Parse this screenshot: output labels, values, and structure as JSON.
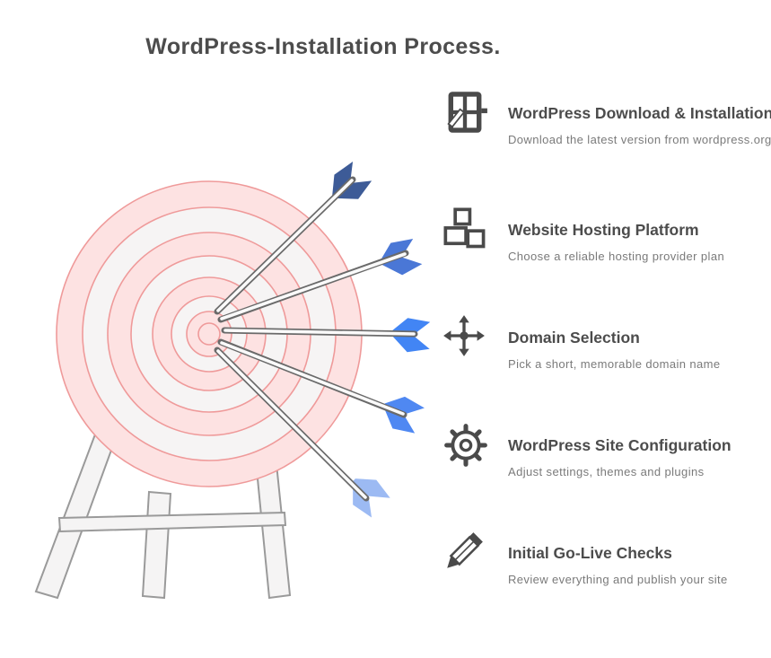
{
  "title": "WordPress-Installation Process.",
  "steps": [
    {
      "icon": "layout-pencil-icon",
      "title": "WordPress Download & Installation",
      "subtitle": "Download the latest version from wordpress.org"
    },
    {
      "icon": "blocks-icon",
      "title": "Website Hosting Platform",
      "subtitle": "Choose a reliable hosting provider plan"
    },
    {
      "icon": "move-arrows-icon",
      "title": "Domain Selection",
      "subtitle": "Pick a short, memorable domain name"
    },
    {
      "icon": "gear-icon",
      "title": "WordPress Site Configuration",
      "subtitle": "Adjust settings, themes and plugins"
    },
    {
      "icon": "pencil-icon",
      "title": "Initial Go-Live Checks",
      "subtitle": "Review everything and publish your site"
    }
  ],
  "illustration": {
    "name": "archery-target-with-five-arrows-on-easel",
    "arrow_count": 5
  },
  "css_vars": {
    "--ink": "#4c4c4c",
    "--muted": "#7a7a7a",
    "--icon": "#4a4a4a",
    "--ring-pink": "#fde2e2",
    "--ring-white": "#f6f4f4",
    "--ring-stroke": "#ef9a9a",
    "--stand-fill": "#f5f4f4",
    "--stand-stroke": "#9a9a9a",
    "--shaft-fill": "#fafafa",
    "--shaft-stroke": "#6a6a6a",
    "--fletch-1": "#3d5b97",
    "--fletch-2": "#4a77d6",
    "--fletch-3": "#4285f4",
    "--fletch-4": "#4f88f2",
    "--fletch-5": "#9cbaf3"
  }
}
